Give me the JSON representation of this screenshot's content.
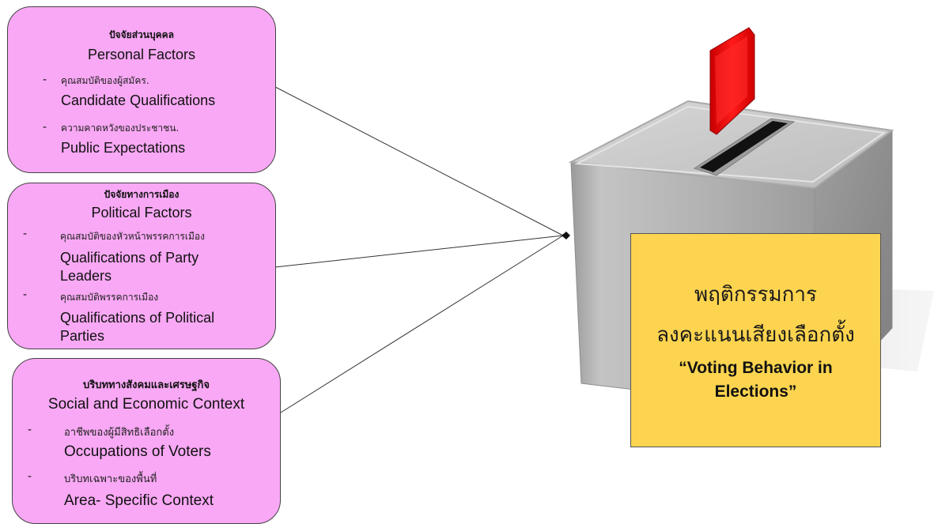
{
  "factors": [
    {
      "thai_title": "ปัจจัยส่วนบุคคล",
      "eng_title": "Personal Factors",
      "items": [
        {
          "dash": "-",
          "thai": "คุณสมบัติของผู้สมัคร.",
          "eng": "Candidate Qualifications"
        },
        {
          "dash": "-",
          "thai": "ความคาดหวังของประชาชน.",
          "eng": "Public Expectations"
        }
      ]
    },
    {
      "thai_title": "ปัจจัยทางการเมือง",
      "eng_title": "Political Factors",
      "items": [
        {
          "dash": "-",
          "thai": "คุณสมบัติของหัวหน้าพรรคการเมือง",
          "eng": "Qualifications of Party Leaders"
        },
        {
          "dash": "-",
          "thai": "คุณสมบัติพรรคการเมือง",
          "eng": "Qualifications of Political Parties"
        }
      ]
    },
    {
      "thai_title": "บริบททางสังคมและเศรษฐกิจ",
      "eng_title": "Social and Economic Context",
      "items": [
        {
          "dash": "-",
          "thai": "อาชีพของผู้มีสิทธิเลือกตั้ง",
          "eng": "Occupations of Voters"
        },
        {
          "dash": "-",
          "thai": "บริบทเฉพาะของพื้นที่",
          "eng": "Area- Specific Context"
        }
      ]
    }
  ],
  "result": {
    "thai_line1": "พฤติกรรมการ",
    "thai_line2": "ลงคะแนนเสียงเลือกตั้ง",
    "eng": "“Voting Behavior in Elections”"
  },
  "colors": {
    "factor_fill": "#f8a8f4",
    "result_fill": "#fcd44f",
    "ballot_red": "#e01010",
    "box_gray": "#b8b8b8"
  }
}
